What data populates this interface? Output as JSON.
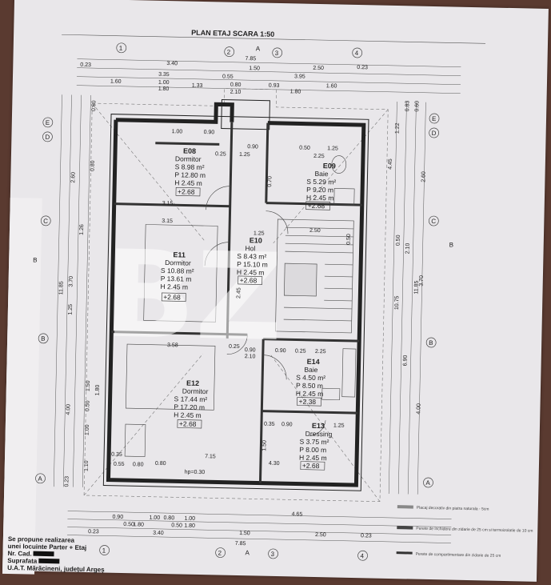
{
  "plan": {
    "title": "PLAN ETAJ  SCARA 1:50",
    "watermark": "BZ",
    "axes": {
      "numbers": [
        "1",
        "2",
        "3",
        "4"
      ],
      "letters": [
        "A",
        "B",
        "C",
        "D",
        "E"
      ],
      "section_marks": [
        "A",
        "B"
      ]
    },
    "top_dims": {
      "row1": [
        "0.23",
        "3.40",
        "7.85",
        "1.50",
        "2.50",
        "0.23"
      ],
      "row2": [
        "3.35",
        "0.55",
        "3.95"
      ],
      "row3": [
        "1.60",
        "1.00",
        "1.80",
        "1.33",
        "2.10",
        "0.80",
        "0.93",
        "1.80",
        "1.60"
      ]
    },
    "bottom_dims": {
      "row1": [
        "0.90",
        "1.00",
        "0.80",
        "1.00",
        "4.65"
      ],
      "row2": [
        "0.50",
        "1.80",
        "0.50",
        "1.80"
      ],
      "row3": [
        "0.23",
        "3.40",
        "1.50",
        "2.50",
        "0.23"
      ],
      "total": "7.85"
    },
    "left_dims": [
      "11.85",
      "4.00",
      "3.70",
      "2.60",
      "1.26",
      "1.25",
      "1.10",
      "0.23",
      "1.00",
      "1.50",
      "1.80",
      "0.50",
      "0.80",
      "0.60"
    ],
    "right_dims": [
      "11.85",
      "10.75",
      "6.90",
      "4.00",
      "3.70",
      "2.60",
      "4.45",
      "2.10",
      "0.50",
      "0.83",
      "0.60",
      "1.22"
    ],
    "rooms": [
      {
        "code": "E08",
        "name": "Dormitor",
        "s": "S 8.98 m²",
        "p": "P 12.80 m",
        "h": "H 2.45 m",
        "lvl": "+2.68"
      },
      {
        "code": "E09",
        "name": "Baie",
        "s": "S 5.29 m²",
        "p": "P 9.20 m",
        "h": "H 2.45 m",
        "lvl": "+2.68"
      },
      {
        "code": "E10",
        "name": "Hol",
        "s": "S 8.43 m²",
        "p": "P 15.10 m",
        "h": "H 2.45 m",
        "lvl": "+2.68"
      },
      {
        "code": "E11",
        "name": "Dormitor",
        "s": "S 10.88 m²",
        "p": "P 13.61 m",
        "h": "H 2.45 m",
        "lvl": "+2.68"
      },
      {
        "code": "E12",
        "name": "Dormitor",
        "s": "S 17.44 m²",
        "p": "P 17.20 m",
        "h": "H 2.45 m",
        "lvl": "+2.68"
      },
      {
        "code": "E13",
        "name": "Dressing",
        "s": "S 3.75 m²",
        "p": "P 8.00 m",
        "h": "H 2.45 m",
        "lvl": "+2.68"
      },
      {
        "code": "E14",
        "name": "Baie",
        "s": "S 4.50 m²",
        "p": "P 8.50 m",
        "h": "H 2.45 m",
        "lvl": "+2.38"
      }
    ],
    "inner_dims": [
      "3.15",
      "1.00",
      "0.90",
      "1.25",
      "0.25",
      "0.90",
      "0.50",
      "1.25",
      "2.25",
      "3.15",
      "2.50",
      "1.25",
      "3.58",
      "0.90",
      "2.10",
      "0.25",
      "0.90",
      "0.25",
      "2.25",
      "0.35",
      "0.90",
      "1.25",
      "7.15",
      "4.30",
      "0.35",
      "0.55",
      "0.80",
      "0.80",
      "hp=0.30",
      "2.45",
      "0.50",
      "0.70",
      "1.50"
    ],
    "legend": [
      "Placaj decorativ din piatra naturala - 5cm",
      "Perete de inchidere din zidarie de 25 cm si termoizolatie de 10 cm",
      "Perete de compartimentare din zidarie de 25 cm"
    ],
    "note": [
      "Se propune realizarea",
      "unei locuinte Parter + Etaj",
      "Nr. Cad.",
      "Suprafata",
      "U.A.T. Mărăcineni, județul Argeș"
    ]
  }
}
